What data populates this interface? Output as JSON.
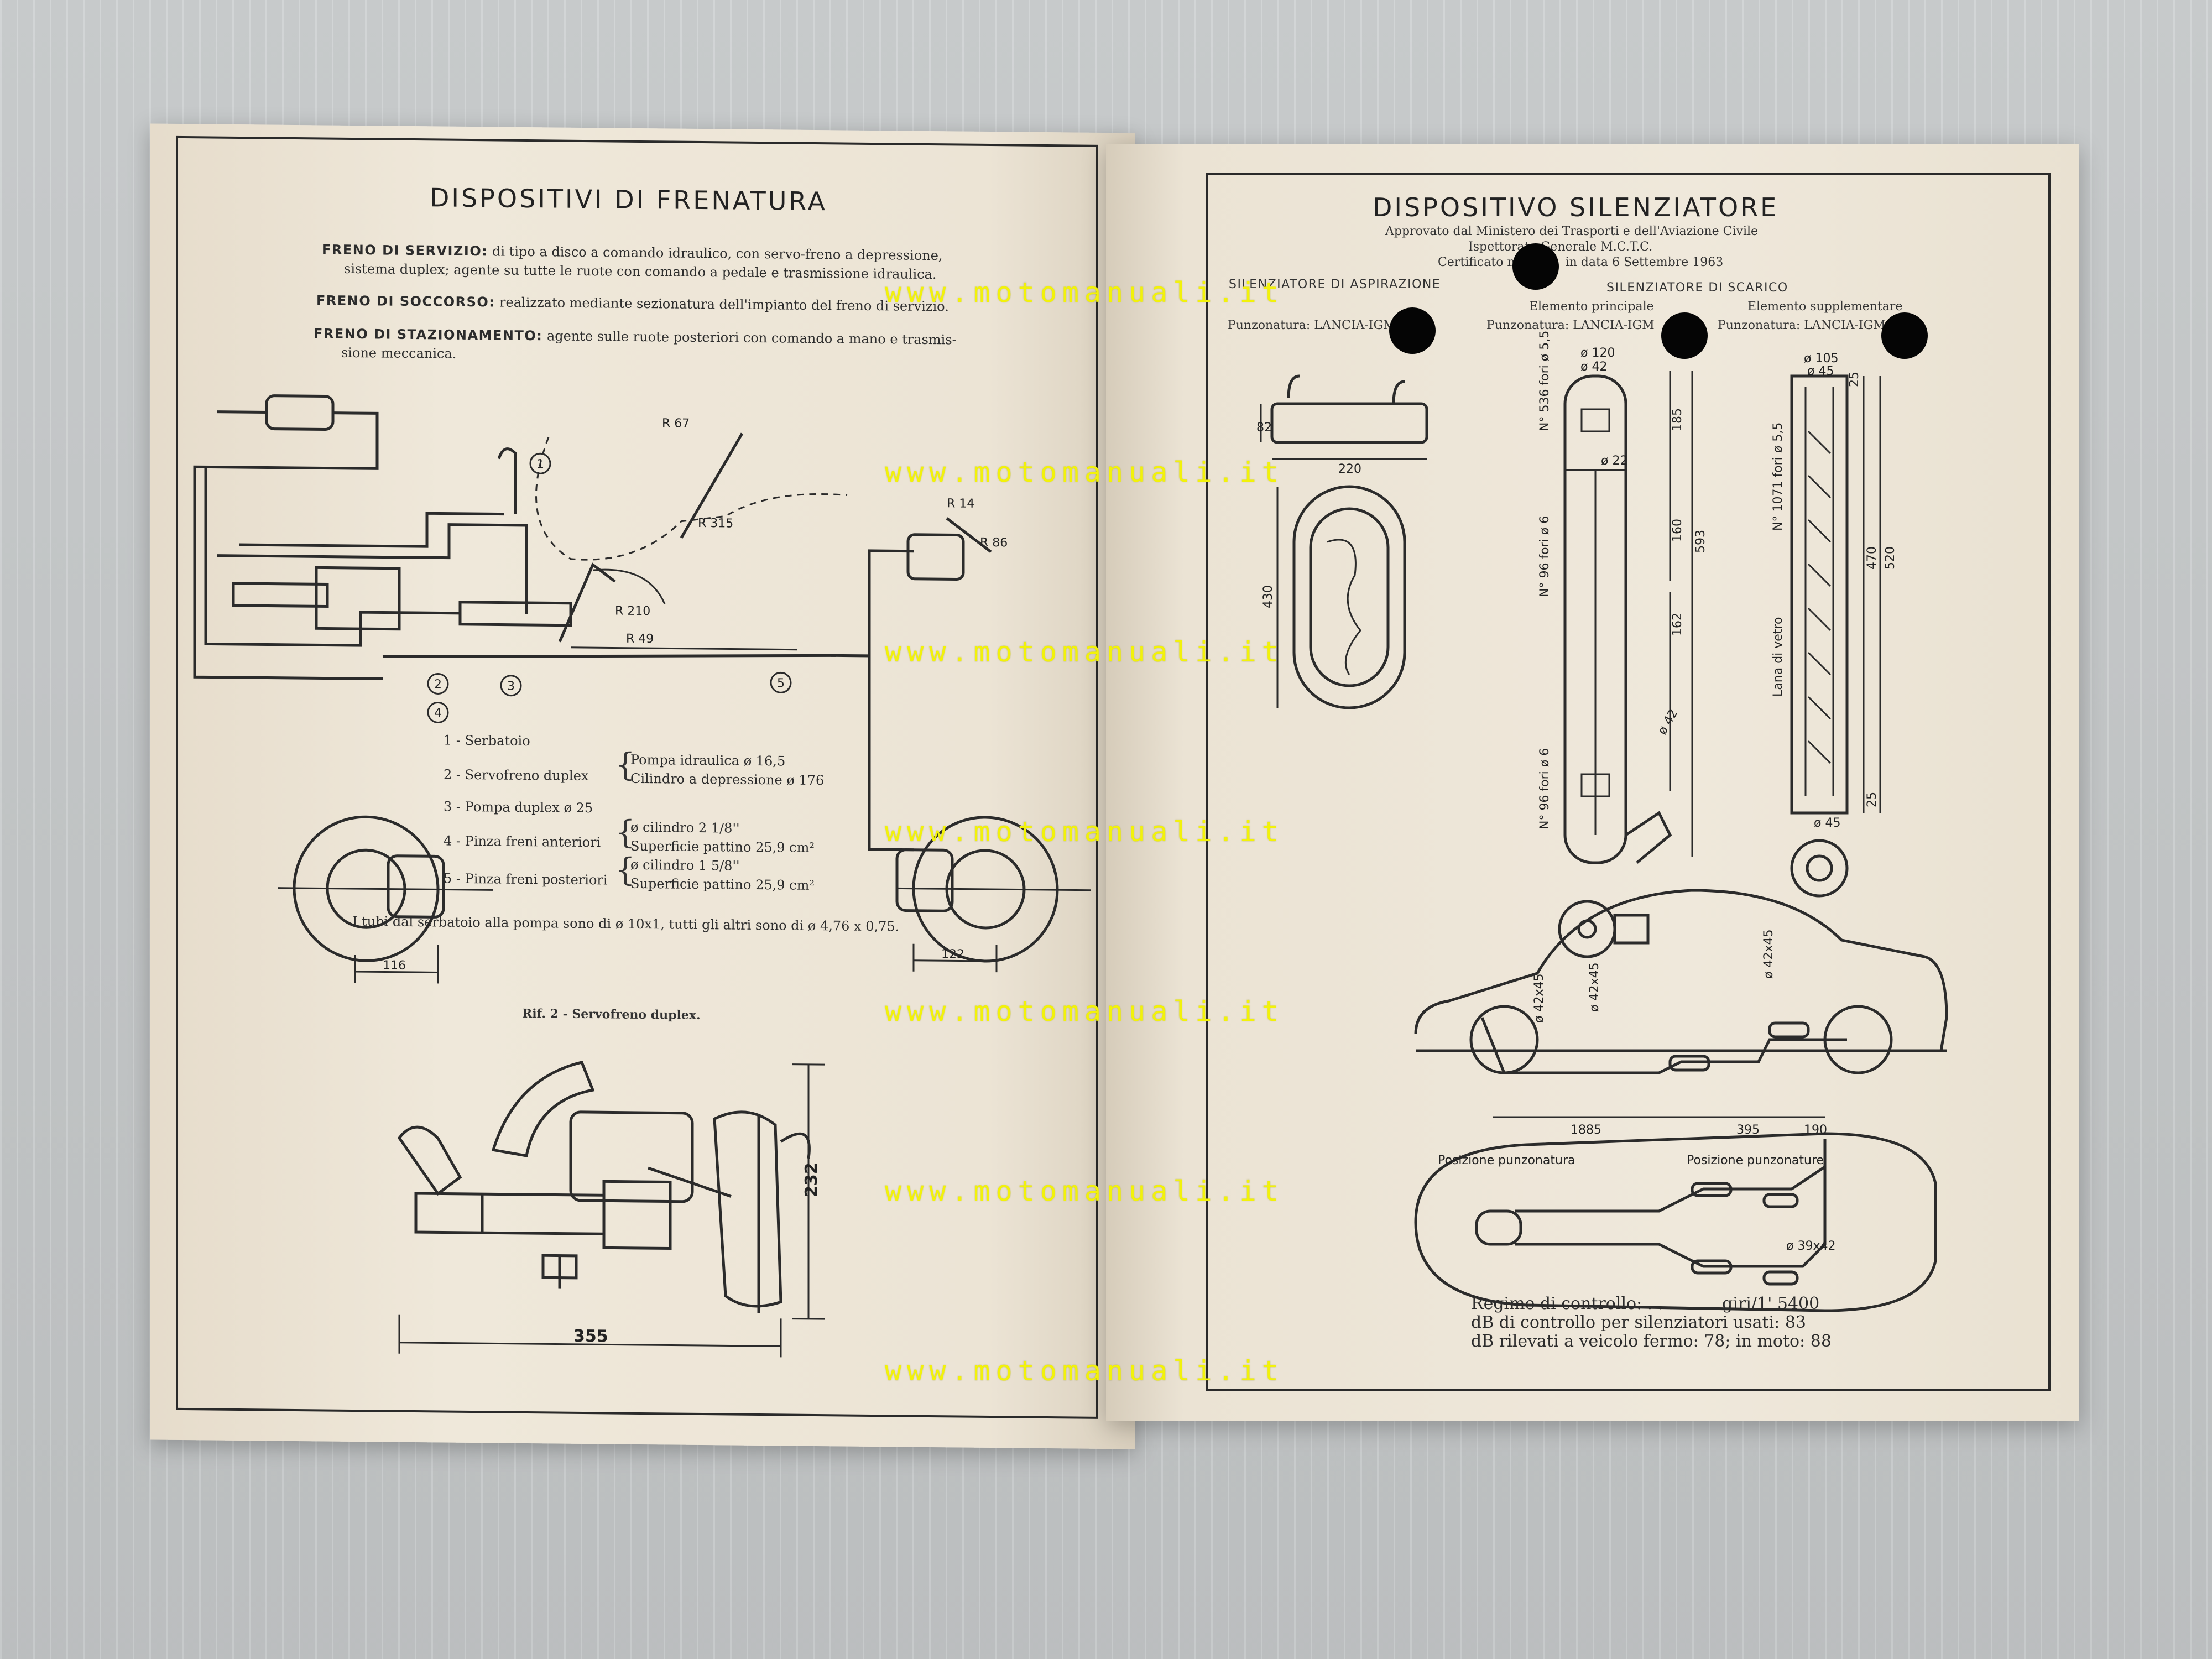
{
  "watermark": "www.motomanuali.it",
  "left": {
    "title": "DISPOSITIVI DI FRENATURA",
    "freno_servizio_label": "FRENO DI SERVIZIO:",
    "freno_servizio_text_1": "di tipo a disco a comando idraulico, con servo-freno a depressione,",
    "freno_servizio_text_2": "sistema duplex; agente su tutte le ruote con comando a pedale e trasmissione idraulica.",
    "freno_soccorso_label": "FRENO DI SOCCORSO:",
    "freno_soccorso_text": "realizzato mediante sezionatura dell'impianto del freno di servizio.",
    "freno_staz_label": "FRENO DI STAZIONAMENTO:",
    "freno_staz_text_1": "agente sulle ruote posteriori con comando a mano e trasmis-",
    "freno_staz_text_2": "sione meccanica.",
    "dims": {
      "r67": "R 67",
      "r315": "R 315",
      "r210": "R 210",
      "r49": "R 49",
      "r14": "R 14",
      "r86": "R 86",
      "d116": "116",
      "d122": "122",
      "n1": "1",
      "n2": "2",
      "n3": "3",
      "n4": "4",
      "n5": "5"
    },
    "legend": {
      "l1": "1 - Serbatoio",
      "l2": "2 - Servofreno duplex",
      "l2a": "Pompa idraulica ø 16,5",
      "l2b": "Cilindro a depressione ø 176",
      "l3": "3 - Pompa duplex ø 25",
      "l4": "4 - Pinza freni anteriori",
      "l4a": "ø cilindro 2 1/8''",
      "l4b": "Superficie pattino 25,9 cm²",
      "l5": "5 - Pinza freni posteriori",
      "l5a": "ø cilindro 1 5/8''",
      "l5b": "Superficie pattino 25,9 cm²"
    },
    "tubes_note": "I tubi dal serbatoio alla pompa sono di ø 10x1, tutti gli altri sono di ø 4,76 x 0,75.",
    "fig_caption": "Rif. 2 - Servofreno duplex.",
    "fig_dim_h": "232",
    "fig_dim_w": "355"
  },
  "right": {
    "title": "DISPOSITIVO SILENZIATORE",
    "approved_1": "Approvato dal Ministero dei Trasporti e dell'Aviazione Civile",
    "approved_2": "Ispettorato Generale M.C.T.C.",
    "certificate_prefix": "Certificato n.",
    "certificate_suffix": "in data 6 Settembre 1963",
    "asp_header": "SILENZIATORE DI ASPIRAZIONE",
    "scarico_header": "SILENZIATORE DI SCARICO",
    "elem_principale": "Elemento principale",
    "elem_supplementare": "Elemento supplementare",
    "punz_1": "Punzonatura: LANCIA-IGM",
    "punz_1_end": "S",
    "punz_2": "Punzonatura: LANCIA-IGM",
    "punz_3": "Punzonatura: LANCIA-IGM",
    "punz_3_end": "S",
    "dims": {
      "d82": "82",
      "d220": "220",
      "d430": "430",
      "d120": "ø 120",
      "d42": "ø 42",
      "d22": "ø 22",
      "d185": "185",
      "d160": "160",
      "d162": "162",
      "d593": "593",
      "n536": "N° 536 fori ø 5,5",
      "n96a": "N° 96 fori ø 6",
      "n96b": "N° 96 fori ø 6",
      "d42b": "ø 42",
      "d105": "ø 105",
      "d45a": "ø 45",
      "d25a": "25",
      "d470": "470",
      "d520": "520",
      "d25b": "25",
      "d45b": "ø 45",
      "n1071": "N° 1071 fori ø 5,5",
      "lana": "Lana di vetro",
      "pipe1": "ø 42x45",
      "pipe2": "ø 42x45",
      "pipe3": "ø 42x45",
      "d1885": "1885",
      "d395": "395",
      "d190": "190",
      "pos1": "Posizione punzonatura",
      "pos2": "Posizione punzonature",
      "d39x42": "ø 39x42"
    },
    "regime_label": "Regime di controllo:",
    "regime_dots": ". . . . .",
    "regime_value": "giri/1' 5400",
    "db_used": "dB di controllo per silenziatori usati: 83",
    "db_measured": "dB rilevati a veicolo fermo: 78; in moto: 88"
  }
}
